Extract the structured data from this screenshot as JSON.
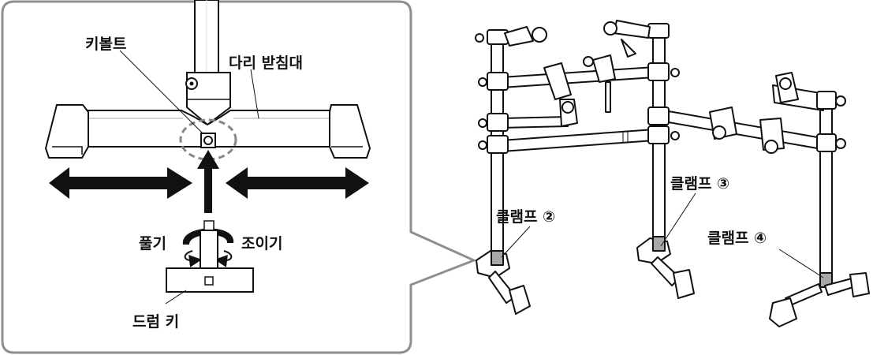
{
  "callout": {
    "key_bolt": "키볼트",
    "leg_stand": "다리 받침대",
    "loosen": "풀기",
    "tighten": "조이기",
    "drum_key": "드럼 키"
  },
  "rack": {
    "clamp_2": "클램프 ②",
    "clamp_3": "클램프 ③",
    "clamp_4": "클램프 ④"
  }
}
